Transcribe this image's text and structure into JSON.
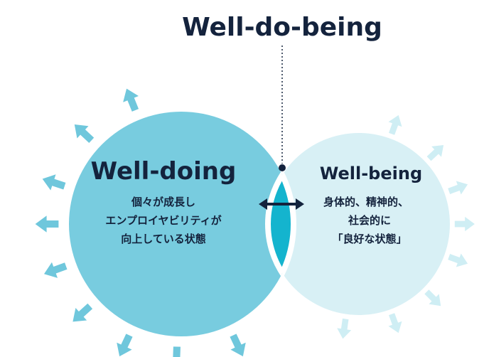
{
  "title": "Well-do-being",
  "left_circle": {
    "heading": "Well-doing",
    "lines": [
      "個々が成長し",
      "エンプロイヤビリティが",
      "向上している状態"
    ]
  },
  "right_circle": {
    "heading": "Well-being",
    "lines": [
      "身体的、精神的、",
      "社会的に",
      "「良好な状態」"
    ]
  },
  "colors": {
    "dark_navy": "#14233d",
    "left_circle": "#78ccdf",
    "right_circle": "#d8f0f5",
    "overlap": "#14b4ce",
    "left_arrows": "#6fc7dc",
    "right_arrows": "#cfeef4"
  },
  "icons": {
    "double_arrow": "double-arrow-icon",
    "pointer_dot": "dot-marker-icon",
    "outward_arrow": "outward-arrow-icon"
  }
}
